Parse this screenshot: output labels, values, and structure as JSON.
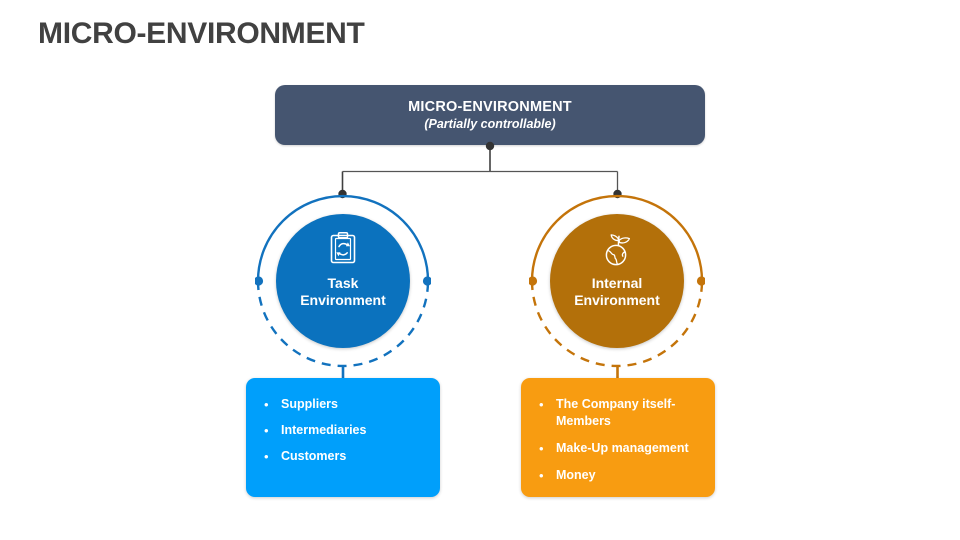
{
  "page": {
    "title": "MICRO-ENVIRONMENT",
    "background_color": "#FFFFFF",
    "title_color": "#414141"
  },
  "header": {
    "title": "MICRO-ENVIRONMENT",
    "subtitle": "(Partially controllable)",
    "background_color": "#455570",
    "text_color": "#FFFFFF"
  },
  "connectors": {
    "line_color": "#404040",
    "node_dot_color": "#333333"
  },
  "nodes": [
    {
      "id": "task-environment",
      "label": "Task\nEnvironment",
      "icon": "clipboard-recycle-icon",
      "disc_color": "#0B72BE",
      "ring_color": "#1272BE",
      "accent_color": "#1B75BC"
    },
    {
      "id": "internal-environment",
      "label": "Internal\nEnvironment",
      "icon": "globe-sprout-icon",
      "disc_color": "#B3700A",
      "ring_color": "#C4740A",
      "accent_color": "#C8770B"
    }
  ],
  "boxes": [
    {
      "id": "task-environment-items",
      "background_color": "#009FFB",
      "bullet": "•",
      "items": [
        "Suppliers",
        "Intermediaries",
        "Customers"
      ]
    },
    {
      "id": "internal-environment-items",
      "background_color": "#F89C11",
      "bullet": "•",
      "items": [
        "The Company itself-Members",
        "Make-Up management",
        "Money"
      ]
    }
  ]
}
